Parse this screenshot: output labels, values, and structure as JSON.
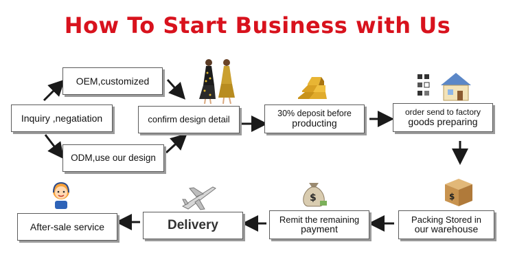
{
  "title": "How  To Start Business with Us",
  "steps": {
    "inquiry": "Inquiry ,negatiation",
    "oem": "OEM,customized",
    "odm": "ODM,use our design",
    "confirm": "confirm design detail",
    "deposit_line1": "30% deposit before",
    "deposit_line2": "producting",
    "factory_line1": "order send to factory",
    "factory_line2": "goods preparing",
    "packing_line1": "Packing Stored in",
    "packing_line2": "our warehouse",
    "remit_line1": "Remit the remaining",
    "remit_line2": "payment",
    "delivery": "Delivery",
    "aftersale": "After-sale service"
  },
  "icons": {
    "confirm": "fashion-models-icon",
    "deposit": "gold-bars-icon",
    "factory": "factory-house-icon",
    "packing": "cardboard-box-icon",
    "remit": "money-bag-icon",
    "delivery": "airplane-icon",
    "aftersale": "customer-service-icon"
  },
  "colors": {
    "title": "#d8121d",
    "arrow": "#1a1a1a",
    "box_border": "#5a5a5a"
  }
}
